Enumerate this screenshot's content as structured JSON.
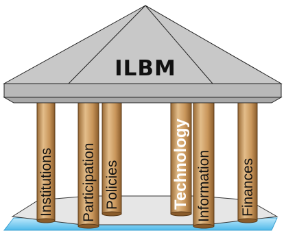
{
  "title": "ILBM",
  "pillars": [
    {
      "label": "Institutions",
      "emphasis": false
    },
    {
      "label": "Participation",
      "emphasis": false
    },
    {
      "label": "Policies",
      "emphasis": false
    },
    {
      "label": "Technology",
      "emphasis": true
    },
    {
      "label": "Information",
      "emphasis": false
    },
    {
      "label": "Finances",
      "emphasis": false
    }
  ],
  "colors": {
    "roof": "#c8c8c8",
    "roof_band": "#b9b9b9",
    "pillar": "#c8955a",
    "pillar_shade": "#9a6a35",
    "pillar_highlight": "#e3bd8a",
    "floor": "#e6e6e6",
    "water": "#7fd0f2"
  }
}
